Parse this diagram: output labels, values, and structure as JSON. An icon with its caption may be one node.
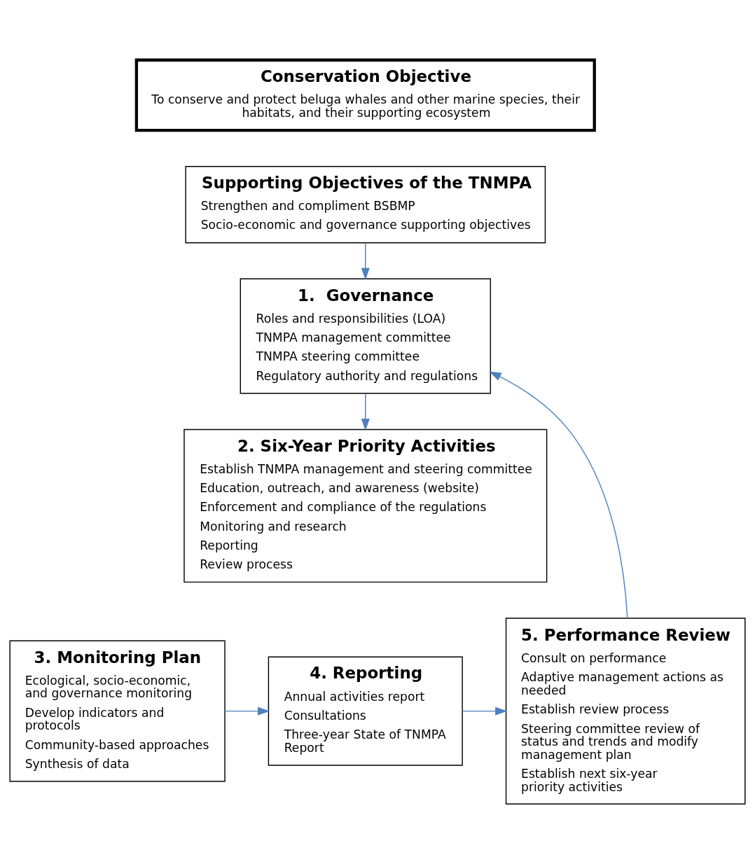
{
  "diagram": {
    "nodes": [
      {
        "text": [
          "Conservation Objective",
          "To conserve and protect beluga whales and other marine species, their habitats, and their supporting ecosystem"
        ]
      },
      {
        "text": [
          "Supporting Objectives of the TNMPA",
          "Strengthen and compliment BSBMP",
          "Socio-economic and governance supporting objectives"
        ]
      },
      {
        "text": [
          "1.  Governance",
          "Roles and responsibilities (LOA)",
          "TNMPA management committee",
          "TNMPA steering committee",
          "Regulatory authority and regulations"
        ]
      },
      {
        "text": [
          "2. Six-Year Priority Activities",
          "Establish TNMPA management and steering committee",
          "Education, outreach, and awareness (website)",
          "Enforcement and compliance of the regulations",
          "Monitoring and research",
          "Reporting",
          "Review process"
        ]
      },
      {
        "text": [
          "3. Monitoring Plan",
          "Ecological, socio-economic, and governance monitoring",
          "Develop indicators and protocols",
          "Community-based approaches",
          "Synthesis of data"
        ]
      },
      {
        "text": [
          "4. Reporting",
          "Annual activities report",
          "Consultations",
          "Three-year State of TNMPA Report"
        ]
      },
      {
        "text": [
          "5. Performance Review",
          "Consult on performance",
          "Adaptive management actions as needed",
          "Establish review process",
          "Steering committee review of status and trends and modify management plan",
          "Establish next six-year priority activities"
        ]
      }
    ],
    "edges": [
      {
        "from": 1,
        "to": 2,
        "arrow": "to"
      },
      {
        "from": 2,
        "to": 3,
        "arrow": "to"
      },
      {
        "from": 4,
        "to": 5,
        "arrow": "to"
      },
      {
        "from": 5,
        "to": 6,
        "arrow": "to"
      },
      {
        "from": 6,
        "to": 2,
        "arrow": "to"
      }
    ]
  }
}
